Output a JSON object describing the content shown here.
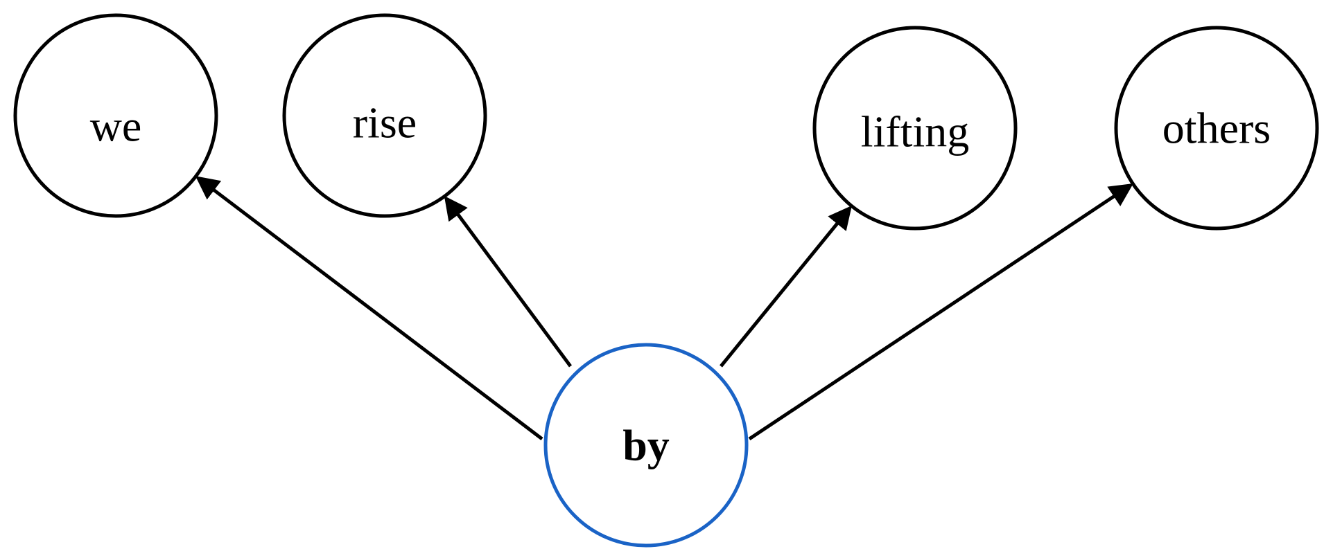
{
  "diagram": {
    "center": {
      "label": "by",
      "bold": true,
      "border_color": "#1a63c6"
    },
    "nodes": [
      {
        "label": "we"
      },
      {
        "label": "rise"
      },
      {
        "label": "lifting"
      },
      {
        "label": "others"
      }
    ],
    "edges": [
      {
        "from": "by",
        "to": "we"
      },
      {
        "from": "by",
        "to": "rise"
      },
      {
        "from": "by",
        "to": "lifting"
      },
      {
        "from": "by",
        "to": "others"
      }
    ]
  },
  "colors": {
    "node_border": "#000000",
    "edge": "#000000",
    "text": "#000000",
    "background": "#ffffff"
  }
}
